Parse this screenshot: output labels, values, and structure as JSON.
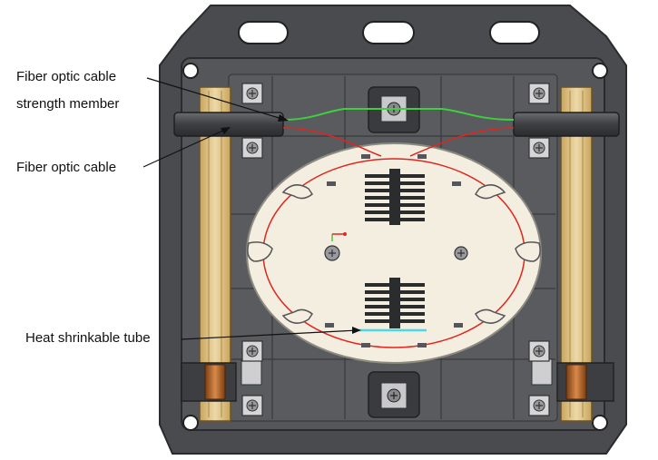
{
  "labels": {
    "strength_member_line1": "Fiber optic cable",
    "strength_member_line2": "strength member",
    "fiber_optic_cable": "Fiber optic cable",
    "heat_shrinkable_tube": "Heat shrinkable tube"
  },
  "colors": {
    "enclosure": "#4a4b4e",
    "enclosure_edge": "#2a2b2d",
    "tray": "#f3eedf",
    "tray_edge": "#8d8a80",
    "fiber_red": "#e0261e",
    "strength_green": "#3fcf3f",
    "heat_tube_cyan": "#49d8e8",
    "wood": "#e3c98d"
  }
}
